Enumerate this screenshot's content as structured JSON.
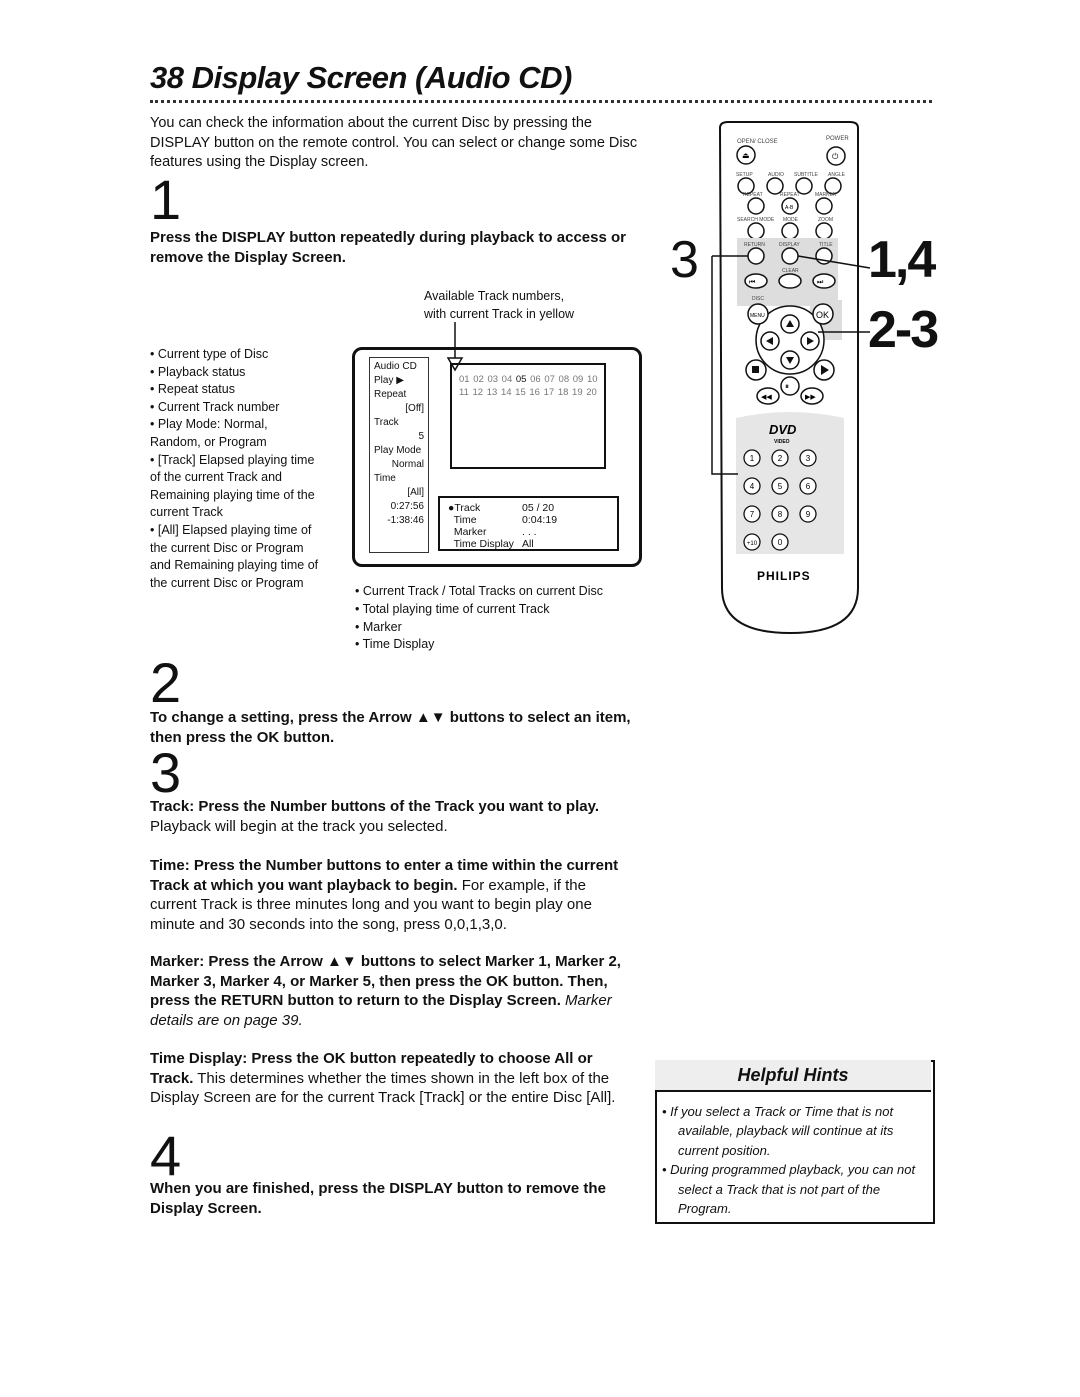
{
  "page": {
    "title": "38  Display Screen (Audio CD)",
    "intro": "You can check the information about the current Disc by pressing the DISPLAY button on the remote control. You can select or change some Disc features using the Display screen."
  },
  "step1": {
    "number": "1",
    "text": "Press the DISPLAY button repeatedly during playback to access or remove the Display Screen."
  },
  "diagram": {
    "available_note": [
      "Available Track numbers,",
      "with current Track in yellow"
    ],
    "left_callouts": [
      "• Current type of Disc",
      "• Playback status",
      "• Repeat status",
      "•  Current Track number",
      "•  Play Mode: Normal,",
      "Random, or Program",
      "• [Track] Elapsed playing time",
      "of the current Track and",
      "Remaining playing time of the",
      "current Track",
      "• [All] Elapsed playing time of",
      "the current Disc or Program",
      "and Remaining playing time of",
      "the current Disc or Program"
    ],
    "osd_left": [
      "Audio CD",
      "Play ▶",
      "Repeat",
      "[Off]",
      "Track",
      "5",
      "Play Mode",
      "Normal",
      "Time",
      "[All]",
      "0:27:56",
      "-1:38:46"
    ],
    "track_row1": [
      "01",
      "02",
      "03",
      "04",
      "05",
      "06",
      "07",
      "08",
      "09",
      "10"
    ],
    "track_row2": [
      "11",
      "12",
      "13",
      "14",
      "15",
      "16",
      "17",
      "18",
      "19",
      "20"
    ],
    "current_track": "05",
    "info_rows": [
      {
        "label": "●Track",
        "value": "05 / 20"
      },
      {
        "label": "  Time",
        "value": "0:04:19"
      },
      {
        "label": "  Marker",
        "value": ". . ."
      },
      {
        "label": "  Time Display",
        "value": "All"
      }
    ],
    "bottom_callouts": [
      "• Current Track / Total Tracks on current Disc",
      "• Total playing time of current Track",
      "• Marker",
      "• Time Display"
    ]
  },
  "step2": {
    "number": "2",
    "text": "To change a setting, press the Arrow ▲▼ buttons to select an item, then press the  OK button."
  },
  "step3": {
    "number": "3",
    "track_bold": "Track: Press the Number buttons of the Track you want to play.",
    "track_normal": " Playback will begin at the track you selected.",
    "time_bold": "Time: Press the Number buttons to enter a time within the current Track at which you want playback to begin.",
    "time_normal": " For example, if the current Track is three minutes long and you want to begin play one minute and 30 seconds into the song, press 0,0,1,3,0.",
    "marker_bold": "Marker: Press the Arrow ▲▼ buttons to select Marker 1, Marker 2, Marker 3, Marker 4, or Marker 5, then press the OK button. Then, press the RETURN button to return to the Display Screen.",
    "marker_italic": " Marker details are on page 39.",
    "display_bold": "Time Display: Press the OK button repeatedly to choose All or Track.",
    "display_normal": " This determines whether the times shown in the left box of the Display Screen are for the current Track [Track] or the entire Disc [All]."
  },
  "step4": {
    "number": "4",
    "text": "When you are finished, press the DISPLAY button to remove the Display Screen."
  },
  "hints": {
    "heading": "Helpful Hints",
    "items": [
      "•  If you select a Track or Time that is not available, playback will continue at its current position.",
      "•  During programmed playback, you can not select a Track that is not part of the Program."
    ]
  },
  "remote": {
    "labels": {
      "open_close": "OPEN/ CLOSE",
      "power": "POWER",
      "setup": "SETUP",
      "audio": "AUDIO",
      "subtitle": "SUBTITLE",
      "angle": "ANGLE",
      "repeat": "REPEAT",
      "repeat_ab": "REPEAT",
      "ab": "A-B",
      "marker": "MARKER",
      "search_mode": "SEARCH MODE",
      "mode": "MODE",
      "zoom": "ZOOM",
      "return": "RETURN",
      "display": "DISPLAY",
      "title": "TITLE",
      "clear": "CLEAR",
      "disc": "DISC",
      "menu": "MENU",
      "ok": "OK",
      "dvd": "DVD",
      "video": "VIDEO",
      "brand": "PHILIPS",
      "digits": [
        "1",
        "2",
        "3",
        "4",
        "5",
        "6",
        "7",
        "8",
        "9",
        "+10",
        "0"
      ]
    },
    "callout_left": "3",
    "callout_top_right": "1,4",
    "callout_right": "2-3"
  }
}
